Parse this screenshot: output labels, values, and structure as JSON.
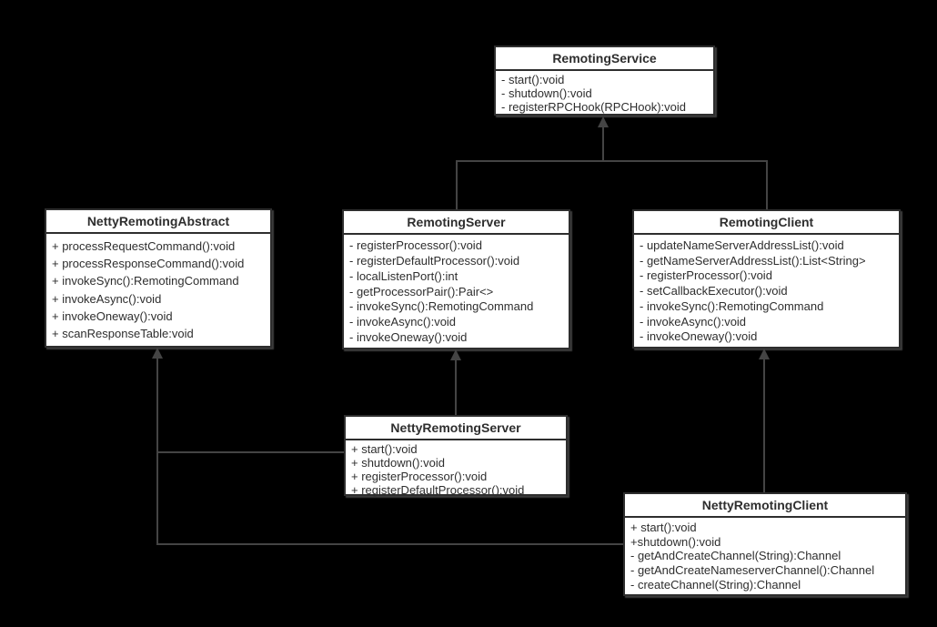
{
  "diagram": {
    "type": "uml-class-diagram",
    "background_color": "#000000",
    "box_fill_color": "#ffffff",
    "box_border_color": "#2e2e2e",
    "connector_color": "#444444",
    "text_color": "#2e2e2e"
  },
  "classes": [
    {
      "name": "RemotingService",
      "methods": [
        "- start():void",
        "- shutdown():void",
        "- registerRPCHook(RPCHook):void"
      ]
    },
    {
      "name": "NettyRemotingAbstract",
      "methods": [
        "+ processRequestCommand():void",
        "+ processResponseCommand():void",
        "+ invokeSync():RemotingCommand",
        "+ invokeAsync():void",
        "+ invokeOneway():void",
        "+ scanResponseTable:void"
      ]
    },
    {
      "name": "RemotingServer",
      "methods": [
        "- registerProcessor():void",
        "- registerDefaultProcessor():void",
        "- localListenPort():int",
        "- getProcessorPair():Pair<>",
        "- invokeSync():RemotingCommand",
        "- invokeAsync():void",
        "- invokeOneway():void"
      ]
    },
    {
      "name": "RemotingClient",
      "methods": [
        "- updateNameServerAddressList():void",
        "- getNameServerAddressList():List<String>",
        "- registerProcessor():void",
        "- setCallbackExecutor():void",
        "- invokeSync():RemotingCommand",
        "- invokeAsync():void",
        "- invokeOneway():void"
      ]
    },
    {
      "name": "NettyRemotingServer",
      "methods": [
        "+ start():void",
        "+ shutdown():void",
        "+ registerProcessor():void",
        "+ registerDefaultProcessor():void"
      ]
    },
    {
      "name": "NettyRemotingClient",
      "methods": [
        "+ start():void",
        "+shutdown():void",
        "- getAndCreateChannel(String):Channel",
        "- getAndCreateNameserverChannel():Channel",
        "- createChannel(String):Channel"
      ]
    }
  ],
  "relations": [
    "RemotingServer --|> RemotingService",
    "RemotingClient --|> RemotingService",
    "NettyRemotingServer --|> RemotingServer",
    "NettyRemotingServer --|> NettyRemotingAbstract",
    "NettyRemotingClient --|> RemotingClient",
    "NettyRemotingClient --|> NettyRemotingAbstract"
  ]
}
